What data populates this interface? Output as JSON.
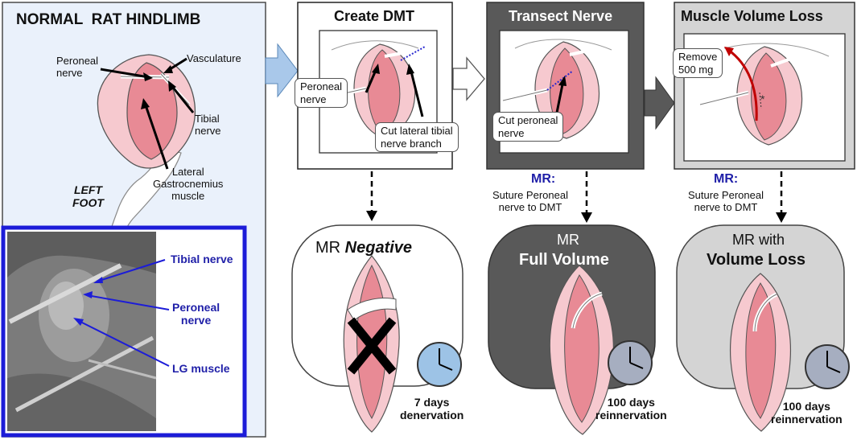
{
  "colors": {
    "panel_light_blue": "#eaf1fb",
    "arrow_blue": "#a9c8ea",
    "dark_panel": "#595959",
    "gray_panel": "#d4d4d4",
    "muscle_pink": "#e88a95",
    "muscle_light": "#f6c9cf",
    "photo_border": "#1c1cd8",
    "label_blue": "#1f1fa8",
    "clock_blue": "#9dc3e6",
    "clock_gray": "#a6aec0"
  },
  "panel_normal": {
    "title": "NORMAL  RAT HINDLIMB",
    "label_peroneal": "Peroneal\nnerve",
    "label_vasculature": "Vasculature",
    "label_tibial": "Tibial\nnerve",
    "label_lateral": "Lateral\nGastrocnemius\nmuscle",
    "label_foot": "LEFT\nFOOT"
  },
  "photo": {
    "label_tibial": "Tibial nerve",
    "label_peroneal": "Peroneal\nnerve",
    "label_lg": "LG muscle"
  },
  "panel_dmt": {
    "title": "Create DMT",
    "callout_peroneal": "Peroneal\nnerve",
    "callout_cut": "Cut lateral tibial\nnerve branch"
  },
  "panel_transect": {
    "title": "Transect Nerve",
    "callout_cut": "Cut peroneal\nnerve"
  },
  "panel_volume": {
    "title": "Muscle Volume Loss",
    "callout_remove": "Remove\n500 mg"
  },
  "mr_suture_1": {
    "label": "MR:",
    "text": "Suture Peroneal\nnerve to DMT"
  },
  "mr_suture_2": {
    "label": "MR:",
    "text": "Suture Peroneal\nnerve to DMT"
  },
  "result_negative": {
    "line1": "MR ",
    "line1_em": "Negative",
    "caption": "7 days\ndenervation"
  },
  "result_full": {
    "line1": "MR",
    "line2": "Full Volume",
    "caption": "100 days\nreinnervation"
  },
  "result_loss": {
    "line1": "MR with",
    "line2": "Volume Loss",
    "caption": "100 days\nreinnervation"
  }
}
